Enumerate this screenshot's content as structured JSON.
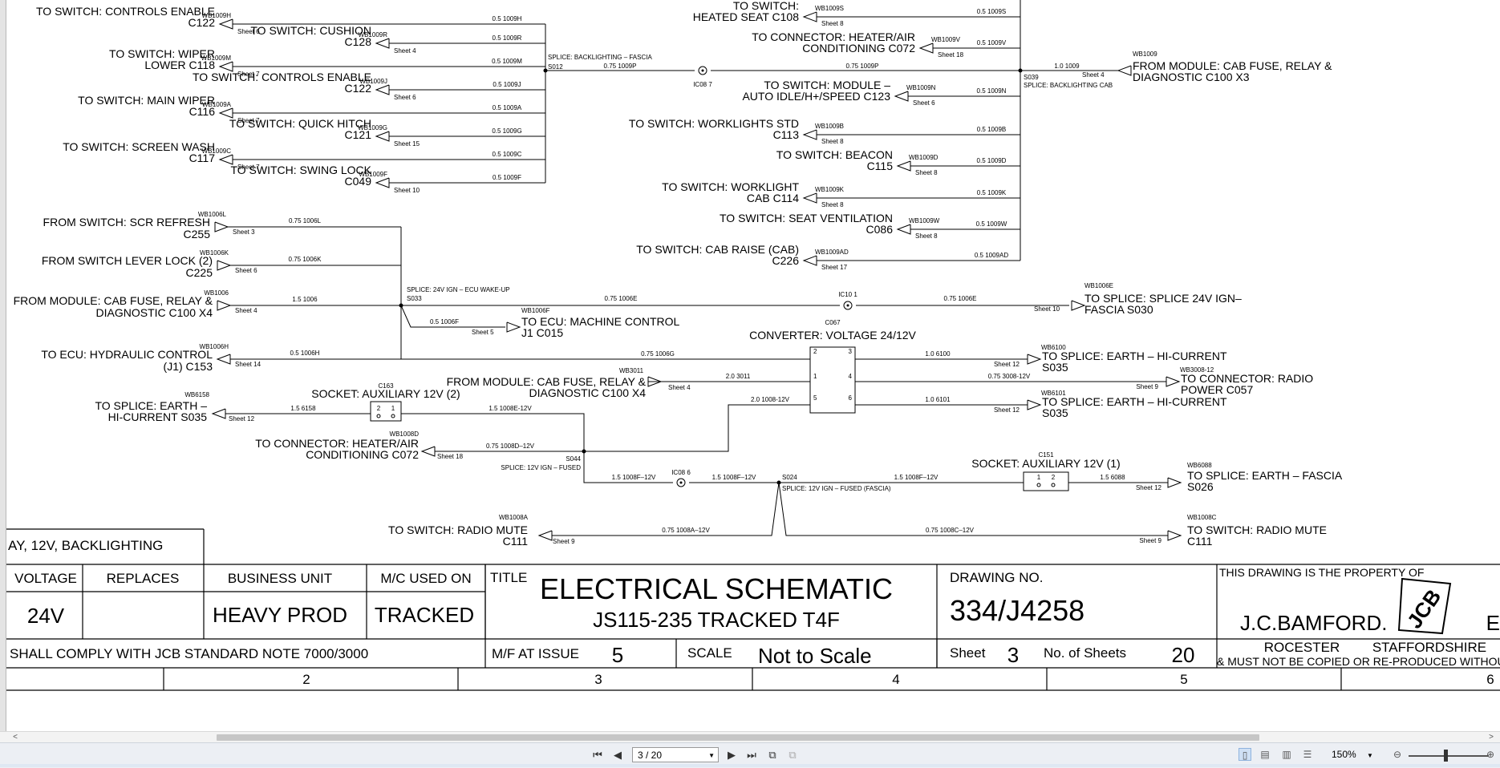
{
  "schematic": {
    "left_entries": [
      {
        "tag": "WB1009H",
        "text": [
          "TO SWITCH: CONTROLS ENABLE",
          "C122"
        ],
        "sheet": "Sheet 6",
        "wire": "0.5  1009H"
      },
      {
        "tag": "WB1009R",
        "text": [
          "TO SWITCH: CUSHION",
          "C128"
        ],
        "sheet": "Sheet 4",
        "wire": "0.5  1009R"
      },
      {
        "tag": "WB1009M",
        "text": [
          "TO SWITCH: WIPER",
          "LOWER C118"
        ],
        "sheet": "Sheet 7",
        "wire": "0.5  1009M"
      },
      {
        "tag": "WB1009J",
        "text": [
          "TO SWITCH: CONTROLS ENABLE",
          "C122"
        ],
        "sheet": "Sheet 6",
        "wire": "0.5  1009J"
      },
      {
        "tag": "WB1009A",
        "text": [
          "TO SWITCH: MAIN WIPER",
          "C116"
        ],
        "sheet": "Sheet 7",
        "wire": "0.5  1009A"
      },
      {
        "tag": "WB1009G",
        "text": [
          "TO SWITCH: QUICK HITCH",
          "C121"
        ],
        "sheet": "Sheet 15",
        "wire": "0.5  1009G"
      },
      {
        "tag": "WB1009C",
        "text": [
          "TO SWITCH: SCREEN WASH",
          "C117"
        ],
        "sheet": "Sheet 7",
        "wire": "0.5  1009C"
      },
      {
        "tag": "WB1009F",
        "text": [
          "TO SWITCH: SWING LOCK",
          "C049"
        ],
        "sheet": "Sheet 10",
        "wire": "0.5  1009F"
      }
    ],
    "splice_s012": {
      "label": "SPLICE: BACKLIGHTING – FASCIA",
      "id": "S012",
      "wire": "0.75  1009P",
      "connector": "IC08  7",
      "wire2": "0.75  1009P"
    },
    "right_entries": [
      {
        "tag": "WB1009S",
        "text": [
          "TO SWITCH:",
          "HEATED SEAT C108"
        ],
        "sheet": "Sheet 8",
        "wire": "0.5  1009S"
      },
      {
        "tag": "WB1009V",
        "text": [
          "TO CONNECTOR: HEATER/AIR",
          "CONDITIONING C072"
        ],
        "sheet": "Sheet 18",
        "wire": "0.5  1009V"
      },
      {
        "tag": "WB1009N",
        "text": [
          "TO SWITCH: MODULE –",
          "AUTO IDLE/H+/SPEED C123"
        ],
        "sheet": "Sheet 6",
        "wire": "0.5  1009N"
      },
      {
        "tag": "WB1009B",
        "text": [
          "TO SWITCH: WORKLIGHTS STD",
          "C113"
        ],
        "sheet": "Sheet 8",
        "wire": "0.5  1009B"
      },
      {
        "tag": "WB1009D",
        "text": [
          "TO SWITCH: BEACON",
          "C115"
        ],
        "sheet": "Sheet 8",
        "wire": "0.5  1009D"
      },
      {
        "tag": "WB1009K",
        "text": [
          "TO SWITCH: WORKLIGHT",
          "CAB C114"
        ],
        "sheet": "Sheet 8",
        "wire": "0.5  1009K"
      },
      {
        "tag": "WB1009W",
        "text": [
          "TO SWITCH: SEAT VENTILATION",
          "C086"
        ],
        "sheet": "Sheet 8",
        "wire": "0.5  1009W"
      },
      {
        "tag": "WB1009AD",
        "text": [
          "TO SWITCH: CAB RAISE (CAB)",
          "C226"
        ],
        "sheet": "Sheet 17",
        "wire": "0.5  1009AD"
      }
    ],
    "splice_s039": {
      "id": "S039",
      "label": "SPLICE: BACKLIGHTING CAB",
      "wire": "1.0  1009",
      "sheet": "Sheet 4",
      "tag": "WB1009",
      "text": [
        "FROM MODULE: CAB FUSE, RELAY &",
        "DIAGNOSTIC C100 X3"
      ]
    },
    "ign_entries": [
      {
        "tag": "WB1006L",
        "text": [
          "FROM SWITCH: SCR REFRESH",
          "C255"
        ],
        "sheet": "Sheet 3",
        "wire": "0.75  1006L"
      },
      {
        "tag": "WB1006K",
        "text": [
          "FROM SWITCH LEVER LOCK (2)",
          "C225"
        ],
        "sheet": "Sheet 6",
        "wire": "0.75  1006K"
      },
      {
        "tag": "WB1006",
        "text": [
          "FROM MODULE: CAB FUSE, RELAY &",
          "DIAGNOSTIC C100 X4"
        ],
        "sheet": "Sheet 4",
        "wire": "1.5  1006"
      },
      {
        "tag": "WB1006H",
        "text": [
          "TO ECU: HYDRAULIC CONTROL",
          "(J1) C153"
        ],
        "sheet": "Sheet 14",
        "wire": "0.5  1006H"
      }
    ],
    "splice_s033": {
      "label": "SPLICE: 24V IGN – ECU WAKE-UP",
      "id": "S033",
      "wire_e": "0.75  1006E",
      "connector": "IC10  1",
      "wire_e2": "0.75  1006E",
      "sheet": "Sheet 10",
      "tag": "WB1006E",
      "text": [
        "TO SPLICE: SPLICE 24V IGN–",
        "FASCIA S030"
      ]
    },
    "ecu": {
      "wire": "0.5  1006F",
      "sheet": "Sheet 5",
      "tag": "WB1006F",
      "text": [
        "TO ECU: MACHINE CONTROL",
        "J1 C015"
      ]
    },
    "converter": {
      "id": "C067",
      "label": "CONVERTER: VOLTAGE 24/12V",
      "wire_g": "0.75  1006G",
      "pins": [
        "2",
        "3",
        "1",
        "4",
        "5",
        "6"
      ]
    },
    "conv_outputs": [
      {
        "tag": "WB6100",
        "text": [
          "TO SPLICE: EARTH – HI-CURRENT",
          "S035"
        ],
        "sheet": "Sheet 12",
        "wire": "1.0  6100"
      },
      {
        "tag": "WB3008-12",
        "text": [
          "TO CONNECTOR: RADIO",
          "POWER C057"
        ],
        "sheet": "Sheet 9",
        "wire": "0.75  3008-12V"
      },
      {
        "tag": "WB6101",
        "text": [
          "TO SPLICE: EARTH – HI-CURRENT",
          "S035"
        ],
        "sheet": "Sheet 12",
        "wire": "1.0  6101"
      }
    ],
    "cab_fuse_x4": {
      "tag": "WB3011",
      "text": [
        "FROM MODULE: CAB FUSE, RELAY &",
        "DIAGNOSTIC C100 X4"
      ],
      "sheet": "Sheet 4",
      "wire": "2.0  3011",
      "wire2": "2.0  1008-12V"
    },
    "socket2": {
      "id": "C163",
      "label": "SOCKET: AUXILIARY 12V (2)",
      "pins": [
        "2",
        "1"
      ],
      "wire": "1.5  6158",
      "wire2": "1.5  1008E-12V",
      "sheet": "Sheet 12",
      "tag": "WB6158",
      "text": [
        "TO SPLICE: EARTH –",
        "HI-CURRENT S035"
      ]
    },
    "heater": {
      "tag": "WB1008D",
      "text": [
        "TO CONNECTOR: HEATER/AIR",
        "CONDITIONING C072"
      ],
      "sheet": "Sheet 18",
      "wire": "0.75  1008D–12V"
    },
    "splice_s044": {
      "id": "S044",
      "label": "SPLICE: 12V IGN – FUSED",
      "wire": "1.5  1008F–12V",
      "connector": "IC08  6",
      "wire2": "1.5  1008F–12V"
    },
    "splice_s024": {
      "id": "S024",
      "label": "SPLICE: 12V IGN – FUSED (FASCIA)",
      "wire": "1.5  1008F–12V"
    },
    "socket1": {
      "id": "C151",
      "label": "SOCKET: AUXILIARY 12V (1)",
      "pins": [
        "1",
        "2"
      ],
      "wire": "1.5  6088",
      "sheet": "Sheet 12",
      "tag": "WB6088",
      "text": [
        "TO SPLICE: EARTH – FASCIA",
        "S026"
      ]
    },
    "radio_left": {
      "tag": "WB1008A",
      "text": [
        "TO SWITCH: RADIO MUTE",
        "C111"
      ],
      "sheet": "Sheet 9",
      "wire": "0.75  1008A–12V"
    },
    "radio_right": {
      "tag": "WB1008C",
      "text": [
        "TO SWITCH: RADIO MUTE",
        "C111"
      ],
      "sheet": "Sheet 9",
      "wire": "0.75  1008C–12V"
    }
  },
  "title_block": {
    "desc": "AY, 12V, BACKLIGHTING",
    "voltage_head": "VOLTAGE",
    "voltage": "24V",
    "replaces_head": "REPLACES",
    "replaces": "",
    "business_unit_head": "BUSINESS UNIT",
    "business_unit": "HEAVY PROD",
    "mc_used_on_head": "M/C USED ON",
    "mc_used_on": "TRACKED",
    "title_head": "TITLE",
    "title_line1": "ELECTRICAL SCHEMATIC",
    "title_line2": "JS115-235 TRACKED T4F",
    "drawing_no_head": "DRAWING NO.",
    "drawing_no": "334/J4258",
    "property": "THIS DRAWING IS THE PROPERTY OF",
    "company": "J.C.BAMFORD.",
    "company_tail": "E",
    "logo": "JCB",
    "location1": "ROCESTER",
    "location2": "STAFFORDSHIRE",
    "copy_notice": "& MUST NOT BE COPIED OR RE-PRODUCED WITHOU",
    "standard_note": "SHALL COMPLY WITH JCB STANDARD NOTE 7000/3000",
    "mf_issue_head": "M/F AT ISSUE",
    "mf_issue": "5",
    "scale_head": "SCALE",
    "scale": "Not to Scale",
    "sheet_head": "Sheet",
    "sheet": "3",
    "sheets_head": "No. of Sheets",
    "sheets": "20",
    "columns": [
      "2",
      "3",
      "4",
      "5",
      "6"
    ]
  },
  "toolbar": {
    "page_value": "3 / 20",
    "zoom_value": "150%",
    "first_icon": "first-page-icon",
    "prev_icon": "prev-page-icon",
    "next_icon": "next-page-icon",
    "last_icon": "last-page-icon"
  }
}
